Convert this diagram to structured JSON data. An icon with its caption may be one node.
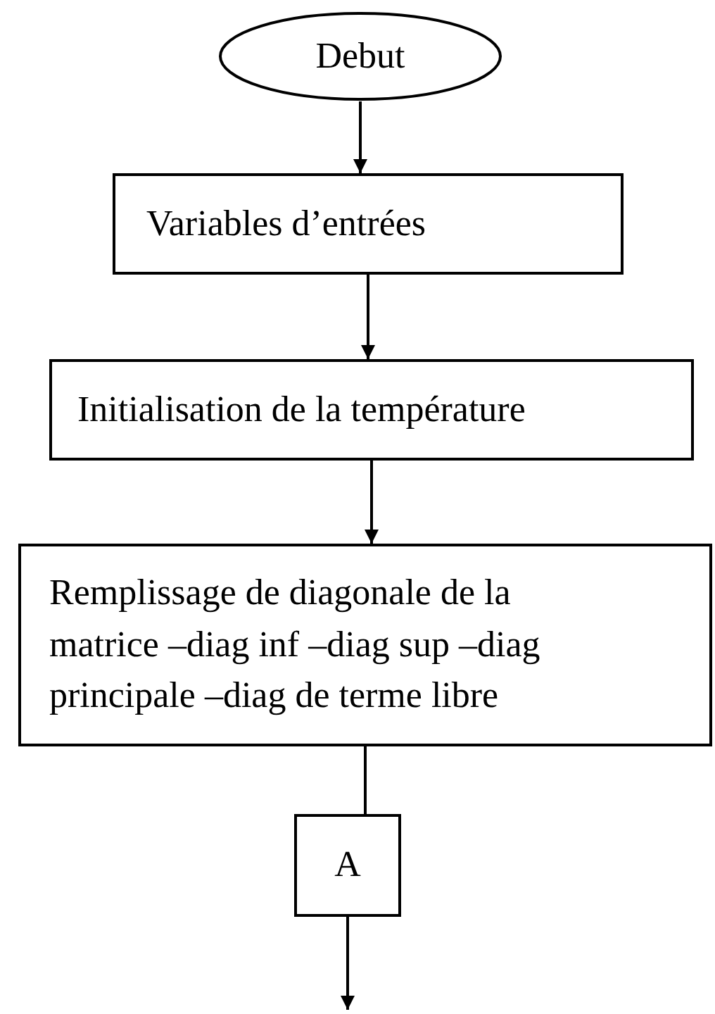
{
  "diagram": {
    "nodes": [
      {
        "text": [
          "Debut"
        ]
      },
      {
        "text": [
          "Variables d’entrées"
        ]
      },
      {
        "text": [
          "Initialisation de la température"
        ]
      },
      {
        "text": [
          "Remplissage de diagonale de la matrice –diag inf –diag sup –diag principale –diag de terme libre"
        ]
      },
      {
        "text": [
          "A"
        ]
      }
    ],
    "edges": [
      {
        "from": 0,
        "to": 1,
        "arrow": "to"
      },
      {
        "from": 1,
        "to": 2,
        "arrow": "to"
      },
      {
        "from": 2,
        "to": 3,
        "arrow": "to"
      },
      {
        "from": 3,
        "to": 4,
        "arrow": "none"
      },
      {
        "from": 4,
        "to": null,
        "arrow": "to"
      }
    ]
  }
}
